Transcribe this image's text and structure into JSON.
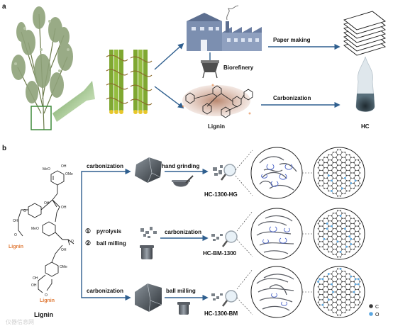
{
  "panels": {
    "a": {
      "label": "a",
      "biorefinery": "Biorefinery",
      "paper_making": "Paper making",
      "lignin": "Lignin",
      "carbonization": "Carbonization",
      "hc": "HC"
    },
    "b": {
      "label": "b",
      "lignin_title": "Lignin",
      "lignin_tag_1": "Lignin",
      "lignin_tag_2": "Lignin",
      "chem_labels": {
        "meo_1": "MeO",
        "ome_1": "OMe",
        "oh_1": "OH",
        "oh_2": "OH",
        "oh_3": "OH",
        "o_1": "O",
        "o_2": "O",
        "o_3": "O",
        "o_4": "O",
        "meo_2": "MeO",
        "oh_4": "OH",
        "oh_5": "OH",
        "ome_2": "OMe",
        "oh_6": "OH",
        "oh_7": "OH"
      },
      "route1": {
        "step1": "carbonization",
        "step2": "hand grinding",
        "product": "HC-1300-HG"
      },
      "route2": {
        "num1": "①",
        "step1": "pyrolysis",
        "num2": "②",
        "step2": "ball milling",
        "step3": "carbonization",
        "product": "HC-BM-1300"
      },
      "route3": {
        "step1": "carbonization",
        "step2": "ball milling",
        "product": "HC-1300-BM"
      },
      "legend": {
        "c": "C",
        "o": "O"
      },
      "watermark": "仪器信息网"
    }
  },
  "colors": {
    "arrow": "#2f5f8f",
    "lignin_orange": "#e07b39",
    "carbon_atom": "#3a3a3a",
    "oxygen_atom": "#5aa6e0",
    "factory": "#7c8fb0",
    "fiber_green": "#8fae3a"
  }
}
